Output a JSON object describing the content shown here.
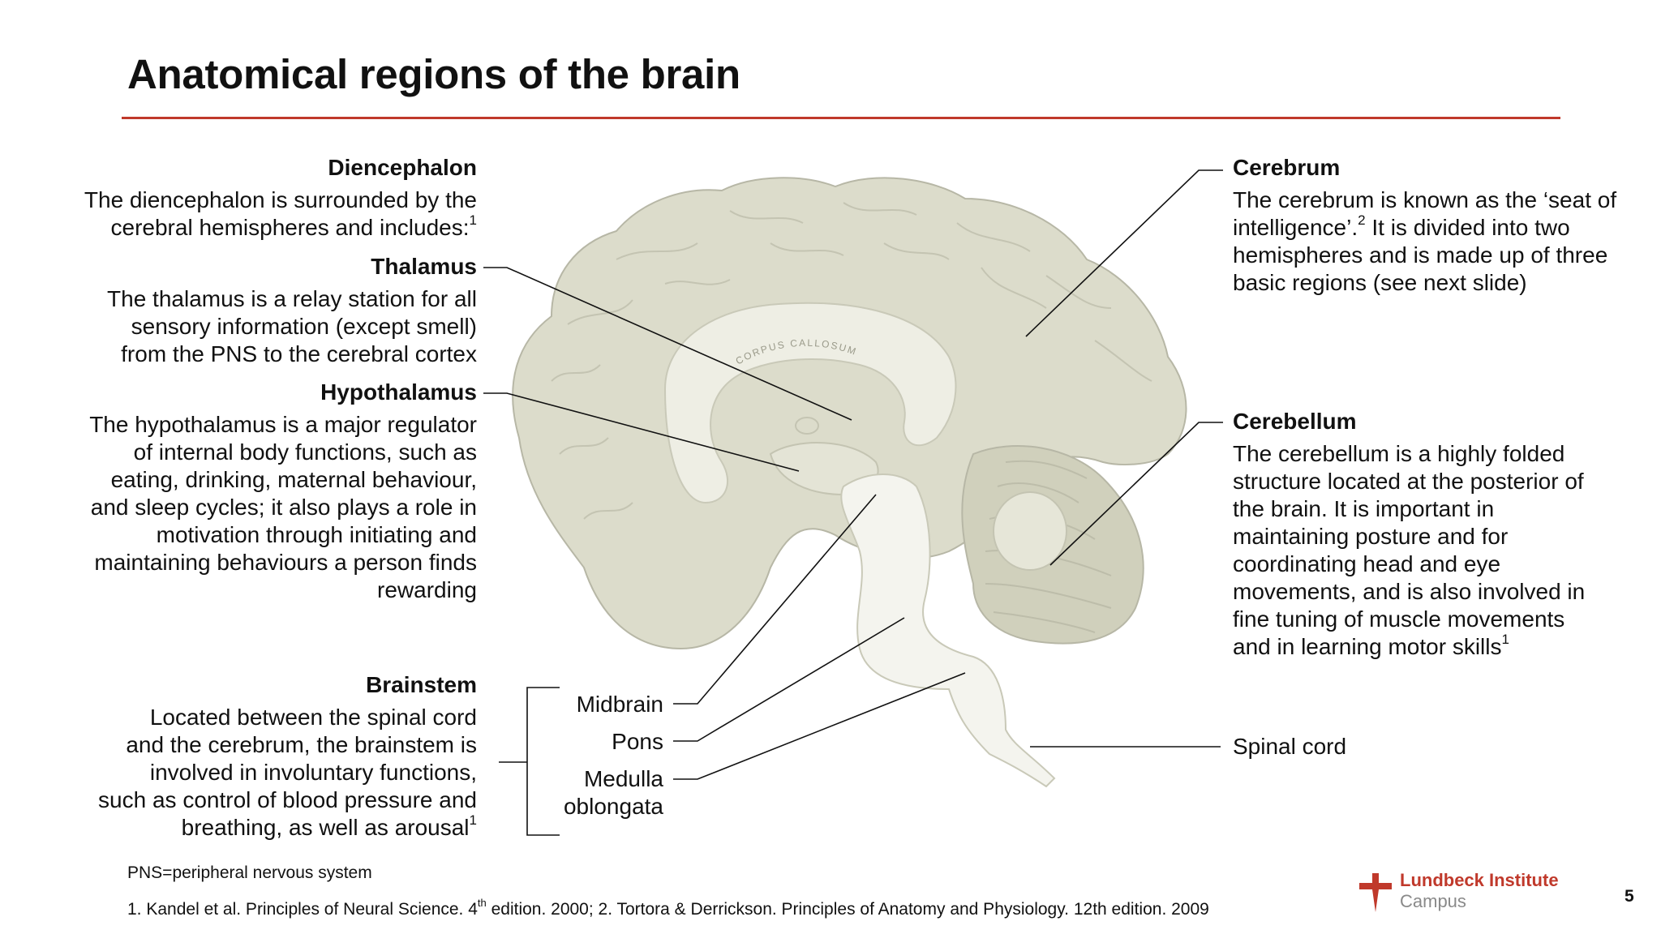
{
  "title": "Anatomical regions of the brain",
  "diencephalon": {
    "heading": "Diencephalon",
    "line1": "The diencephalon is surrounded by the",
    "line2": "cerebral hemispheres and includes:",
    "ref": "1"
  },
  "thalamus": {
    "heading": "Thalamus",
    "line1": "The thalamus is a relay station for all",
    "line2": "sensory information (except smell)",
    "line3": "from the PNS to the cerebral cortex"
  },
  "hypothalamus": {
    "heading": "Hypothalamus",
    "line1": "The hypothalamus is a major regulator",
    "line2": "of internal body functions, such as",
    "line3": "eating, drinking, maternal behaviour,",
    "line4": "and sleep cycles; it also plays a role in",
    "line5": "motivation through initiating and",
    "line6": "maintaining behaviours a person finds",
    "line7": "rewarding"
  },
  "brainstem": {
    "heading": "Brainstem",
    "line1": "Located between the spinal cord",
    "line2": "and the cerebrum, the brainstem is",
    "line3": "involved in involuntary functions,",
    "line4": "such as control of blood pressure and",
    "line5": "breathing, as well as arousal",
    "ref": "1"
  },
  "labels": {
    "midbrain": "Midbrain",
    "pons": "Pons",
    "medulla_line1": "Medulla",
    "medulla_line2": "oblongata",
    "corpus_callosum": "CORPUS CALLOSUM",
    "spinal_cord": "Spinal cord"
  },
  "cerebrum": {
    "heading": "Cerebrum",
    "line1": "The cerebrum is known as the ‘seat of",
    "line2a": "intelligence’.",
    "ref": "2",
    "line2b": " It is divided into two",
    "line3": "hemispheres and is made up of three",
    "line4": "basic regions (see next slide)"
  },
  "cerebellum": {
    "heading": "Cerebellum",
    "line1": "The cerebellum is a highly folded",
    "line2": "structure located at the posterior of",
    "line3": "the brain. It is important in",
    "line4": "maintaining posture and for",
    "line5": "coordinating head and eye",
    "line6": "movements, and is also involved in",
    "line7": "fine tuning of muscle movements",
    "line8": "and in learning motor skills",
    "ref": "1"
  },
  "footnotes": {
    "abbrev": "PNS=peripheral nervous system",
    "ref_part1": "1. Kandel et al. Principles of Neural Science. 4",
    "ref_sup": "th",
    "ref_part2": " edition. 2000; 2. Tortora & Derrickson. Principles of Anatomy and Physiology. 12th edition. 2009"
  },
  "logo": {
    "line1": "Lundbeck Institute",
    "line2": "Campus"
  },
  "page_number": "5",
  "colors": {
    "accent": "#c0392b",
    "brain_fill": "#dcdccb",
    "brain_light": "#eeeee4",
    "brain_outline": "#b7b7a6"
  }
}
